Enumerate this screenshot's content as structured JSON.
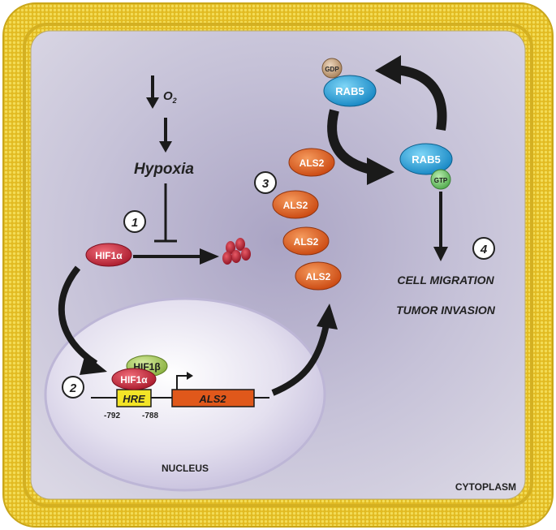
{
  "oxygen": {
    "symbol": "O",
    "subscript": "2"
  },
  "hypoxia_label": "Hypoxia",
  "steps": [
    "1",
    "2",
    "3",
    "4"
  ],
  "hif1a": "HIF1α",
  "hif1b": "HIF1β",
  "nucleus": {
    "label": "NUCLEUS",
    "hre": "HRE",
    "gene": "ALS2",
    "pos_start": "-792",
    "pos_end": "-788"
  },
  "als2_labels": [
    "ALS2",
    "ALS2",
    "ALS2",
    "ALS2"
  ],
  "rab5_top": {
    "label": "RAB5",
    "cofactor": "GDP"
  },
  "rab5_right": {
    "label": "RAB5",
    "cofactor": "GTP"
  },
  "outcomes": [
    "CELL MIGRATION",
    "TUMOR INVASION"
  ],
  "cytoplasm_label": "CYTOPLASM",
  "colors": {
    "membrane": "#e6c12c",
    "cytoplasm": "#c7c3d8",
    "als2": "#e0581b",
    "rab5": "#1fa6df",
    "hif1a": "#c8283a",
    "hif1b": "#a7c85a",
    "hre": "#f3e427",
    "gtp": "#7bc96f",
    "gdp": "#c8a27a"
  }
}
